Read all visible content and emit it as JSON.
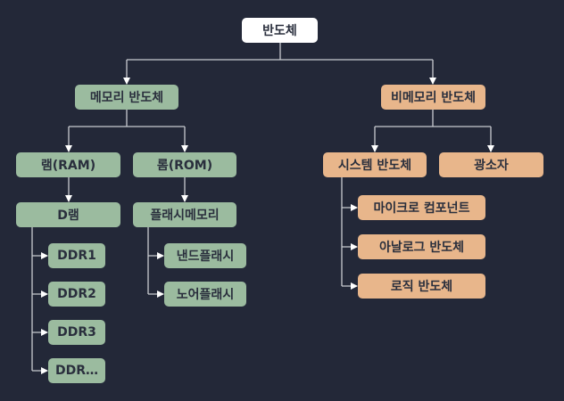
{
  "colors": {
    "background": "#232838",
    "root": "#ffffff",
    "memory": "#9bbb9f",
    "non_memory": "#e8b68b",
    "text": "#2a2f3d",
    "line": "#c8cad0"
  },
  "root": "반도체",
  "memory": {
    "label": "메모리 반도체",
    "ram": {
      "label": "램(RAM)",
      "dram": {
        "label": "D램",
        "children": [
          "DDR1",
          "DDR2",
          "DDR3",
          "DDR…"
        ]
      }
    },
    "rom": {
      "label": "롬(ROM)",
      "flash": {
        "label": "플래시메모리",
        "children": [
          "낸드플래시",
          "노어플래시"
        ]
      }
    }
  },
  "non_memory": {
    "label": "비메모리 반도체",
    "system": {
      "label": "시스템 반도체",
      "children": [
        "마이크로 컴포넌트",
        "아날로그 반도체",
        "로직 반도체"
      ]
    },
    "optical": {
      "label": "광소자"
    }
  }
}
